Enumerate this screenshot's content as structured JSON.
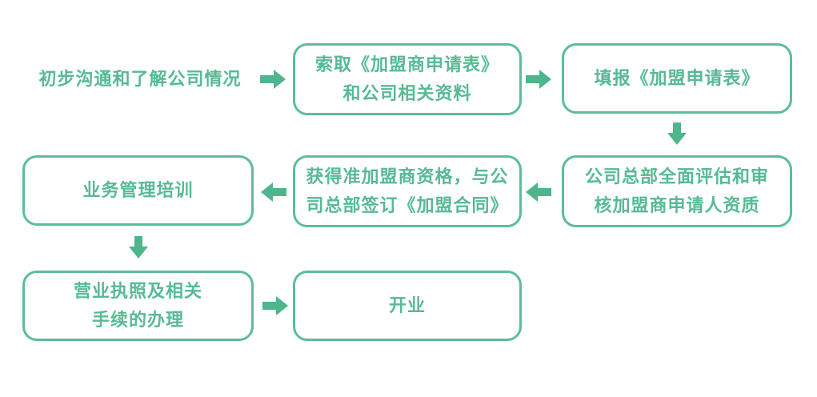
{
  "diagram": {
    "type": "flowchart",
    "language": "zh-CN",
    "colors": {
      "box_border": "#5cbd98",
      "text": "#57ba93",
      "arrow": "#4fb58c",
      "background": "#ffffff"
    },
    "nodes": [
      {
        "id": "step-1",
        "boxed": false,
        "lines": [
          "初步沟通和了解公司情况"
        ]
      },
      {
        "id": "step-2",
        "boxed": true,
        "lines": [
          "索取《加盟商申请表》",
          "和公司相关资料"
        ]
      },
      {
        "id": "step-3",
        "boxed": true,
        "lines": [
          "填报《加盟申请表》"
        ]
      },
      {
        "id": "step-4",
        "boxed": true,
        "lines": [
          "公司总部全面评估和审",
          "核加盟商申请人资质"
        ]
      },
      {
        "id": "step-5",
        "boxed": true,
        "lines": [
          "获得准加盟商资格，与公",
          "司总部签订《加盟合同》"
        ]
      },
      {
        "id": "step-6",
        "boxed": true,
        "lines": [
          "业务管理培训"
        ]
      },
      {
        "id": "step-7",
        "boxed": true,
        "lines": [
          "营业执照及相关",
          "手续的办理"
        ]
      },
      {
        "id": "step-8",
        "boxed": true,
        "lines": [
          "开业"
        ]
      }
    ],
    "edges": [
      {
        "from": "step-1",
        "to": "step-2",
        "direction": "right"
      },
      {
        "from": "step-2",
        "to": "step-3",
        "direction": "right"
      },
      {
        "from": "step-3",
        "to": "step-4",
        "direction": "down"
      },
      {
        "from": "step-4",
        "to": "step-5",
        "direction": "left"
      },
      {
        "from": "step-5",
        "to": "step-6",
        "direction": "left"
      },
      {
        "from": "step-6",
        "to": "step-7",
        "direction": "down"
      },
      {
        "from": "step-7",
        "to": "step-8",
        "direction": "right"
      }
    ]
  }
}
